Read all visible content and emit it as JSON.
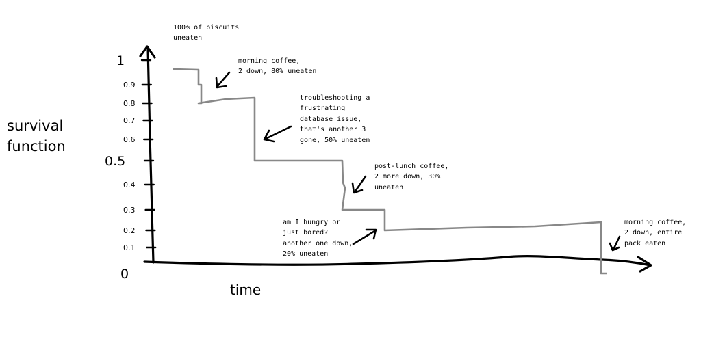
{
  "chart_data": {
    "type": "line",
    "title": "",
    "xlabel": "time",
    "ylabel_lines": [
      "survival",
      "function"
    ],
    "ylim": [
      0,
      1
    ],
    "y_ticks": [
      {
        "label": "1",
        "value": 1.0,
        "size": "big"
      },
      {
        "label": "0.9",
        "value": 0.9,
        "size": "small"
      },
      {
        "label": "0.8",
        "value": 0.8,
        "size": "small"
      },
      {
        "label": "0.7",
        "value": 0.7,
        "size": "small"
      },
      {
        "label": "0.6",
        "value": 0.6,
        "size": "small"
      },
      {
        "label": "0.5",
        "value": 0.5,
        "size": "big"
      },
      {
        "label": "0.4",
        "value": 0.4,
        "size": "small"
      },
      {
        "label": "0.3",
        "value": 0.3,
        "size": "small"
      },
      {
        "label": "0.2",
        "value": 0.2,
        "size": "small"
      },
      {
        "label": "0.1",
        "value": 0.1,
        "size": "small"
      },
      {
        "label": "0",
        "value": 0.0,
        "size": "big"
      }
    ],
    "series": [
      {
        "values": [
          1.0,
          0.8,
          0.5,
          0.3,
          0.2,
          0.0
        ]
      }
    ],
    "annotations": [
      {
        "lines": [
          "100% of biscuits",
          "uneaten"
        ]
      },
      {
        "lines": [
          "morning coffee,",
          "2 down, 80% uneaten"
        ]
      },
      {
        "lines": [
          "troubleshooting a",
          "frustrating",
          "database issue,",
          "that's another 3",
          "gone, 50% uneaten"
        ]
      },
      {
        "lines": [
          "post-lunch coffee,",
          "2 more down, 30%",
          "uneaten"
        ]
      },
      {
        "lines": [
          "am I hungry or",
          "just bored?",
          "another one down,",
          "20% uneaten"
        ]
      },
      {
        "lines": [
          "morning coffee,",
          "2 down, entire",
          "pack eaten"
        ]
      }
    ],
    "colors": {
      "curve": "#888888",
      "axes": "#000000"
    }
  }
}
